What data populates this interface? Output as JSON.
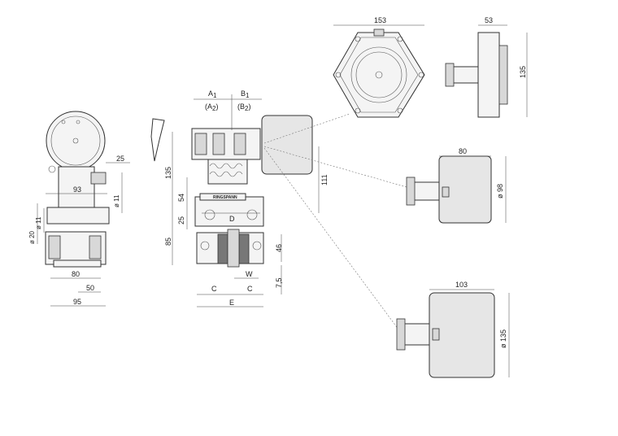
{
  "labels": {
    "A1": "A",
    "A1_sub": "1",
    "A2": "(A",
    "A2_sub": "2",
    "A2_close": ")",
    "B1": "B",
    "B1_sub": "1",
    "B2": "(B",
    "B2_sub": "2",
    "B2_close": ")",
    "D": "D",
    "W": "W",
    "C_left": "C",
    "C_right": "C",
    "E": "E",
    "brand": "RINGSPANN"
  },
  "dims": {
    "side": {
      "d25": "25",
      "d93": "93",
      "d11_right": "ø 11",
      "d20": "ø 20",
      "d11_left": "ø 11",
      "d80": "80",
      "d50": "50",
      "d95": "95"
    },
    "front": {
      "d135": "135",
      "d54": "54",
      "d25": "25",
      "d85": "85",
      "d111": "111",
      "d46": "46",
      "d7_5": "7,5"
    },
    "hex": {
      "d153": "153",
      "d53": "53",
      "d135": "135"
    },
    "actuator_small": {
      "d80": "80",
      "d98": "ø 98"
    },
    "actuator_large": {
      "d103": "103",
      "d135": "ø 135"
    }
  }
}
